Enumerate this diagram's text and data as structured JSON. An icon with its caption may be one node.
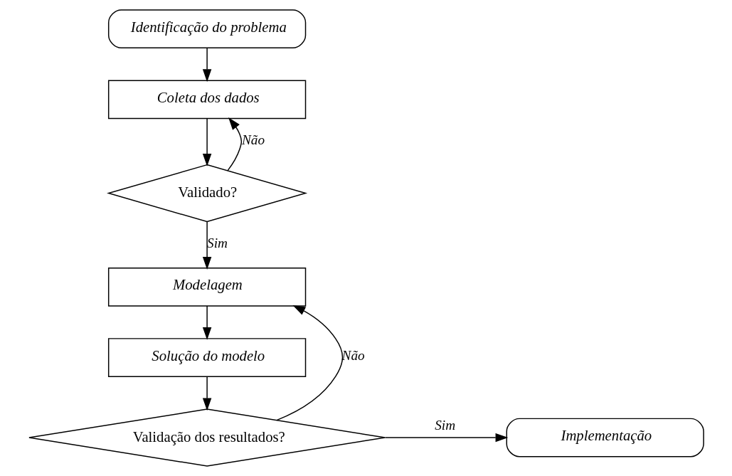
{
  "diagram": {
    "nodes": [
      {
        "text": [
          "Identificação do problema"
        ]
      },
      {
        "text": [
          "Coleta dos dados"
        ]
      },
      {
        "text": [
          "Validado?"
        ]
      },
      {
        "text": [
          "Modelagem"
        ]
      },
      {
        "text": [
          "Solução do modelo"
        ]
      },
      {
        "text": [
          "Validação dos resultados?"
        ]
      },
      {
        "text": [
          "Implementação"
        ]
      }
    ],
    "edges": [
      {
        "from": 0,
        "to": 1,
        "arrow": "to"
      },
      {
        "from": 1,
        "to": 2,
        "arrow": "to"
      },
      {
        "from": 2,
        "to": 1,
        "arrow": "to",
        "label": "Não"
      },
      {
        "from": 2,
        "to": 3,
        "arrow": "to",
        "label": "Sim"
      },
      {
        "from": 3,
        "to": 4,
        "arrow": "to"
      },
      {
        "from": 4,
        "to": 5,
        "arrow": "to"
      },
      {
        "from": 5,
        "to": 6,
        "arrow": "to",
        "label": "Sim"
      },
      {
        "from": 5,
        "to": 3,
        "arrow": "to",
        "label": "Não"
      }
    ]
  }
}
